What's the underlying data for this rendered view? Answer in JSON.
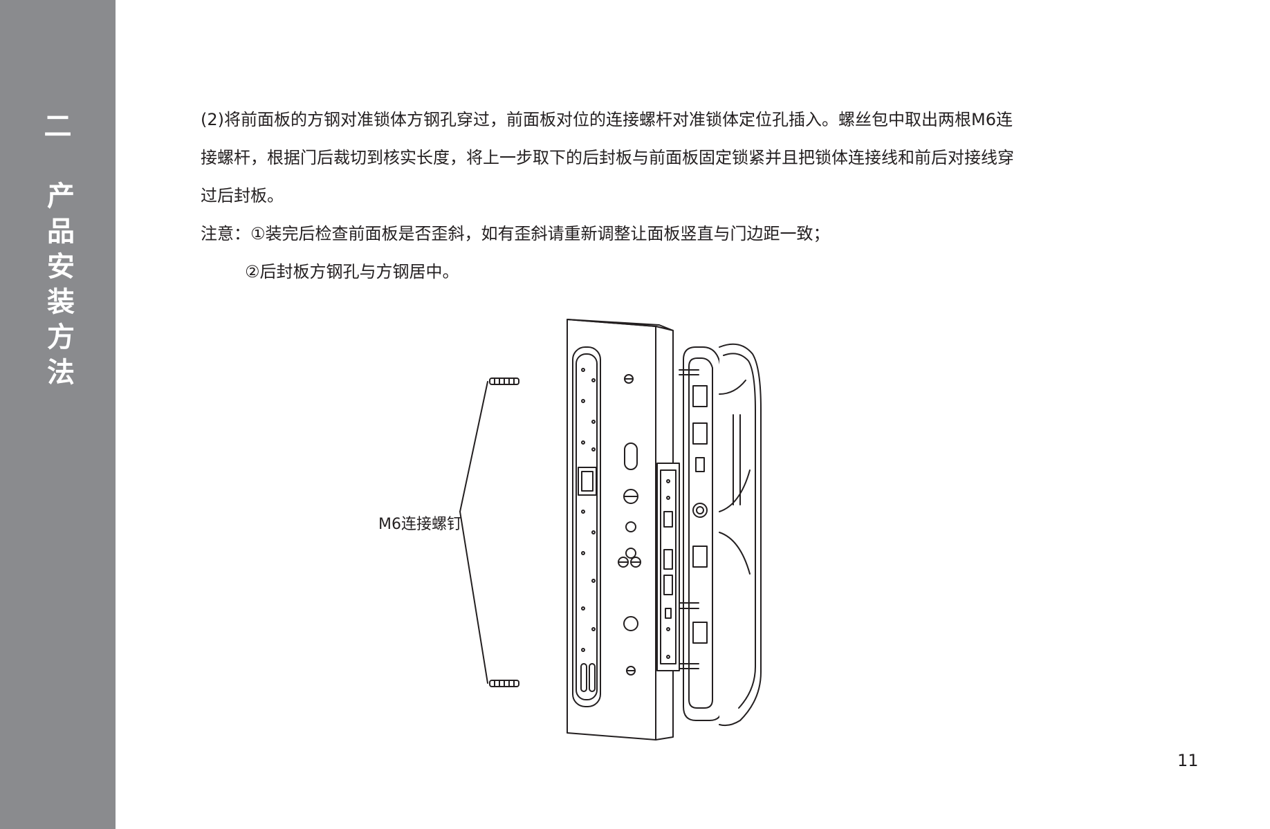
{
  "sidebar": {
    "chapter_number": "二",
    "chapter_title": "产品安装方法",
    "background_color": "#8a8b8e"
  },
  "content": {
    "paragraph_lines": [
      "(2)将前面板的方钢对准锁体方钢孔穿过，前面板对位的连接螺杆对准锁体定位孔插入。螺丝包中取出两根M6连",
      "接螺杆，根据门后裁切到核实长度，将上一步取下的后封板与前面板固定锁紧并且把锁体连接线和前后对接线穿",
      "过后封板。"
    ],
    "note_line_1": "注意：①装完后检查前面板是否歪斜，如有歪斜请重新调整让面板竖直与门边距一致；",
    "note_line_2": "②后封板方钢孔与方钢居中。"
  },
  "figure": {
    "callout_label": "M6连接螺钉"
  },
  "page_number": "11"
}
